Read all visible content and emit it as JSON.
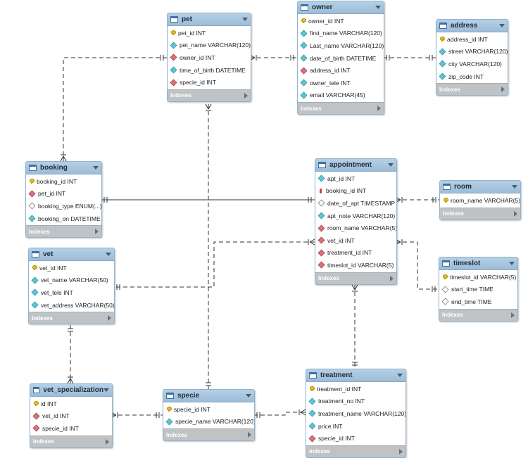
{
  "footer_label": "Indexes",
  "tables": [
    {
      "id": "pet",
      "title": "pet",
      "columns": [
        {
          "name": "pet_id INT",
          "icon": "primary-key-icon"
        },
        {
          "name": "pet_name VARCHAR(120)",
          "icon": "column-icon"
        },
        {
          "name": "owner_id INT",
          "icon": "foreign-key-column-icon"
        },
        {
          "name": "time_of_birth DATETIME",
          "icon": "column-icon"
        },
        {
          "name": "specie_id INT",
          "icon": "foreign-key-column-icon"
        }
      ]
    },
    {
      "id": "owner",
      "title": "owner",
      "columns": [
        {
          "name": "owner_id INT",
          "icon": "primary-key-icon"
        },
        {
          "name": "first_name VARCHAR(120)",
          "icon": "column-icon"
        },
        {
          "name": "Last_name VARCHAR(120)",
          "icon": "column-icon"
        },
        {
          "name": "date_of_birth DATETIME",
          "icon": "column-icon"
        },
        {
          "name": "address_id INT",
          "icon": "foreign-key-column-icon"
        },
        {
          "name": "owner_tele INT",
          "icon": "column-icon"
        },
        {
          "name": "email VARCHAR(45)",
          "icon": "column-icon"
        }
      ]
    },
    {
      "id": "address",
      "title": "address",
      "columns": [
        {
          "name": "address_id INT",
          "icon": "primary-key-icon"
        },
        {
          "name": "street VARCHAR(120)",
          "icon": "column-icon"
        },
        {
          "name": "city VARCHAR(120)",
          "icon": "column-icon"
        },
        {
          "name": "zip_code INT",
          "icon": "column-icon"
        }
      ]
    },
    {
      "id": "booking",
      "title": "booking",
      "columns": [
        {
          "name": "booking_id INT",
          "icon": "primary-key-icon"
        },
        {
          "name": "pet_id INT",
          "icon": "foreign-key-column-icon"
        },
        {
          "name": "booking_type ENUM(...)",
          "icon": "nullable-column-icon"
        },
        {
          "name": "booking_on DATETIME",
          "icon": "column-icon"
        }
      ]
    },
    {
      "id": "appointment",
      "title": "appointment",
      "columns": [
        {
          "name": "apt_id INT",
          "icon": "column-icon"
        },
        {
          "name": "booking_id INT",
          "icon": "foreign-primary-key-icon"
        },
        {
          "name": "date_of_apt TIMESTAMP",
          "icon": "nullable-column-icon"
        },
        {
          "name": "apt_note VARCHAR(120)",
          "icon": "column-icon"
        },
        {
          "name": "room_name VARCHAR(5)",
          "icon": "foreign-key-column-icon"
        },
        {
          "name": "vet_id INT",
          "icon": "foreign-key-column-icon"
        },
        {
          "name": "treatment_id INT",
          "icon": "foreign-key-column-icon"
        },
        {
          "name": "timeslot_id VARCHAR(5)",
          "icon": "foreign-key-column-icon"
        }
      ]
    },
    {
      "id": "room",
      "title": "room",
      "columns": [
        {
          "name": "room_name VARCHAR(5)",
          "icon": "primary-key-icon"
        }
      ]
    },
    {
      "id": "vet",
      "title": "vet",
      "columns": [
        {
          "name": "vet_id INT",
          "icon": "primary-key-icon"
        },
        {
          "name": "vet_name VARCHAR(50)",
          "icon": "column-icon"
        },
        {
          "name": "vet_tele INT",
          "icon": "column-icon"
        },
        {
          "name": "vet_address VARCHAR(50)",
          "icon": "column-icon"
        }
      ]
    },
    {
      "id": "timeslot",
      "title": "timeslot",
      "columns": [
        {
          "name": "timeslot_id VARCHAR(5)",
          "icon": "primary-key-icon"
        },
        {
          "name": "start_time TIME",
          "icon": "nullable-column-icon"
        },
        {
          "name": "end_time TIME",
          "icon": "nullable-column-icon"
        }
      ]
    },
    {
      "id": "vet_specialization",
      "title": "vet_specialization",
      "columns": [
        {
          "name": "id INT",
          "icon": "primary-key-icon"
        },
        {
          "name": "vet_id INT",
          "icon": "foreign-key-column-icon"
        },
        {
          "name": "specie_id INT",
          "icon": "foreign-key-column-icon"
        }
      ]
    },
    {
      "id": "specie",
      "title": "specie",
      "columns": [
        {
          "name": "specie_id INT",
          "icon": "primary-key-icon"
        },
        {
          "name": "specie_name VARCHAR(120)",
          "icon": "column-icon"
        }
      ]
    },
    {
      "id": "treatment",
      "title": "treatment",
      "columns": [
        {
          "name": "treatment_id INT",
          "icon": "primary-key-icon"
        },
        {
          "name": "treatment_no INT",
          "icon": "column-icon"
        },
        {
          "name": "treatment_name VARCHAR(120)",
          "icon": "column-icon"
        },
        {
          "name": "price INT",
          "icon": "column-icon"
        },
        {
          "name": "specie_id INT",
          "icon": "foreign-key-column-icon"
        }
      ]
    }
  ],
  "relationships": [
    {
      "id": "pet-owner",
      "from": "pet",
      "to": "owner",
      "from_cardinality": "many",
      "to_cardinality": "one",
      "line_style": "dashed"
    },
    {
      "id": "owner-address",
      "from": "owner",
      "to": "address",
      "from_cardinality": "one",
      "to_cardinality": "one",
      "line_style": "dashed"
    },
    {
      "id": "pet-booking",
      "from": "pet",
      "to": "booking",
      "from_cardinality": "one",
      "to_cardinality": "many",
      "line_style": "dashed"
    },
    {
      "id": "pet-specie",
      "from": "pet",
      "to": "specie",
      "from_cardinality": "many",
      "to_cardinality": "one",
      "line_style": "dashed"
    },
    {
      "id": "booking-appointment",
      "from": "booking",
      "to": "appointment",
      "from_cardinality": "one",
      "to_cardinality": "one",
      "line_style": "solid"
    },
    {
      "id": "appointment-room",
      "from": "appointment",
      "to": "room",
      "from_cardinality": "many",
      "to_cardinality": "one",
      "line_style": "dashed"
    },
    {
      "id": "appointment-vet",
      "from": "appointment",
      "to": "vet",
      "from_cardinality": "many",
      "to_cardinality": "one",
      "line_style": "dashed"
    },
    {
      "id": "appointment-timeslot",
      "from": "appointment",
      "to": "timeslot",
      "from_cardinality": "many",
      "to_cardinality": "one",
      "line_style": "dashed"
    },
    {
      "id": "appointment-treatment",
      "from": "appointment",
      "to": "treatment",
      "from_cardinality": "many",
      "to_cardinality": "one",
      "line_style": "dashed"
    },
    {
      "id": "vet-vetspec",
      "from": "vet",
      "to": "vet_specialization",
      "from_cardinality": "one",
      "to_cardinality": "many",
      "line_style": "dashed"
    },
    {
      "id": "vetspec-specie",
      "from": "vet_specialization",
      "to": "specie",
      "from_cardinality": "many",
      "to_cardinality": "one",
      "line_style": "dashed"
    },
    {
      "id": "specie-treatment",
      "from": "specie",
      "to": "treatment",
      "from_cardinality": "one",
      "to_cardinality": "many",
      "line_style": "dashed"
    }
  ]
}
